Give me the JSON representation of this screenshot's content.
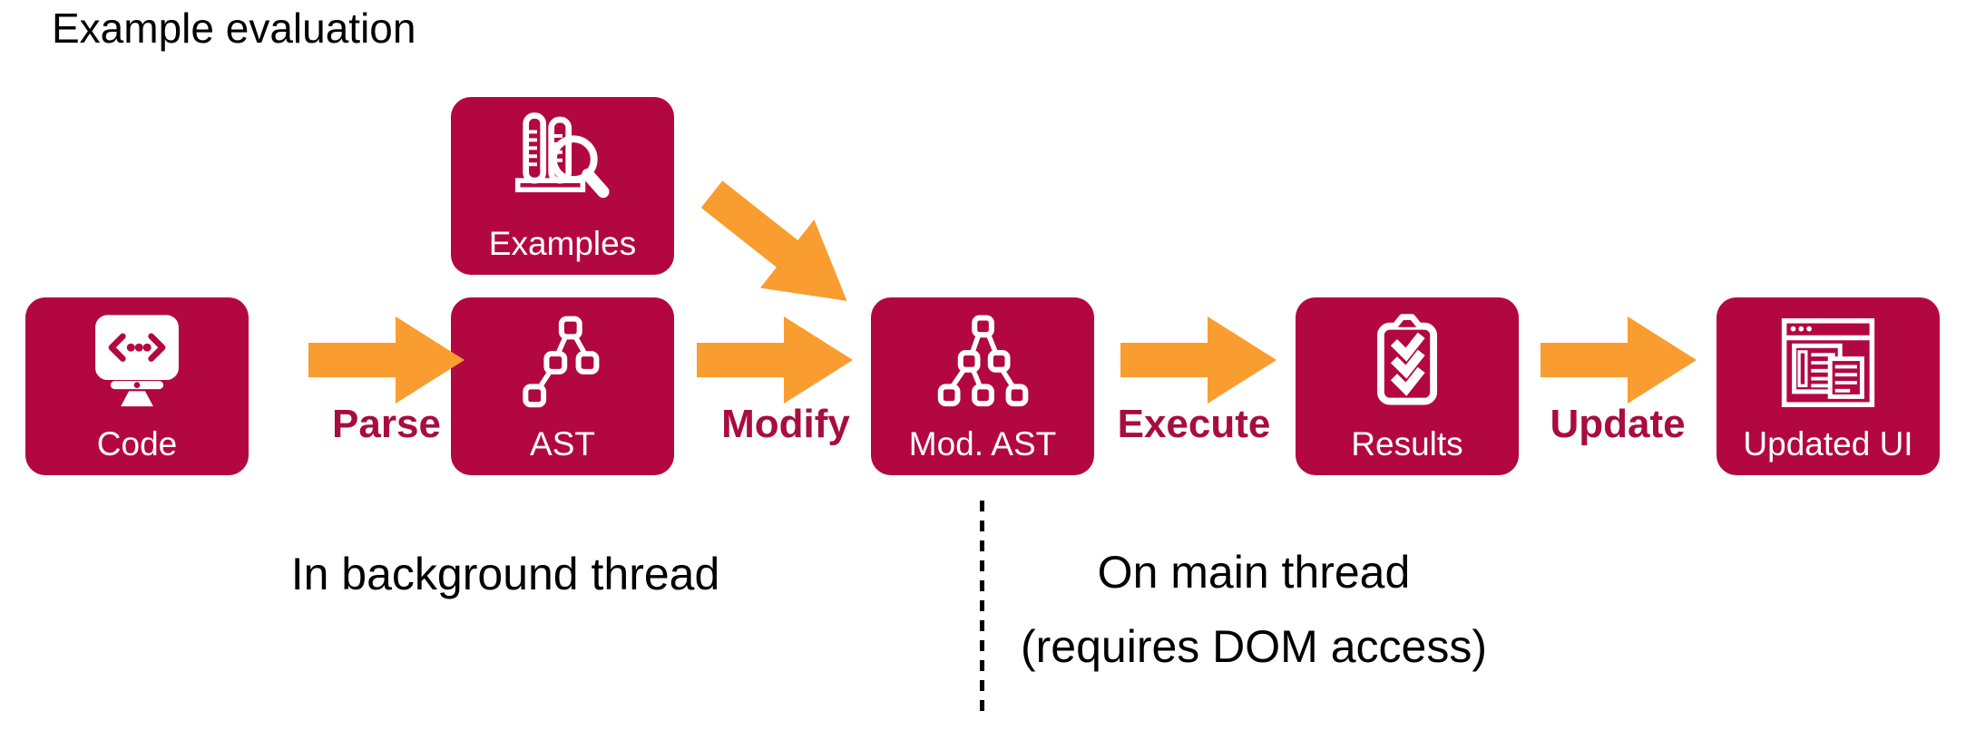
{
  "title": "Example evaluation",
  "colors": {
    "box_crimson": "#B30742",
    "action_label_crimson": "#A80D3F",
    "arrow_orange": "#F99D30",
    "text_black": "#000000",
    "icon_white": "#FFFFFF"
  },
  "boxes": [
    {
      "id": "code",
      "label": "Code",
      "icon": "monitor-code-icon"
    },
    {
      "id": "examples",
      "label": "Examples",
      "icon": "test-tubes-magnifier-icon"
    },
    {
      "id": "ast",
      "label": "AST",
      "icon": "syntax-tree-icon"
    },
    {
      "id": "mod_ast",
      "label": "Mod. AST",
      "icon": "expanded-syntax-tree-icon"
    },
    {
      "id": "results",
      "label": "Results",
      "icon": "clipboard-checks-icon"
    },
    {
      "id": "updated_ui",
      "label": "Updated UI",
      "icon": "browser-window-icon"
    }
  ],
  "arrows": [
    {
      "id": "parse",
      "label": "Parse"
    },
    {
      "id": "modify",
      "label": "Modify"
    },
    {
      "id": "execute",
      "label": "Execute"
    },
    {
      "id": "update",
      "label": "Update"
    },
    {
      "id": "examples_to_mod_ast",
      "label": ""
    }
  ],
  "zones": {
    "background_thread": "In background thread",
    "main_thread_line1": "On main thread",
    "main_thread_line2": "(requires DOM access)"
  }
}
